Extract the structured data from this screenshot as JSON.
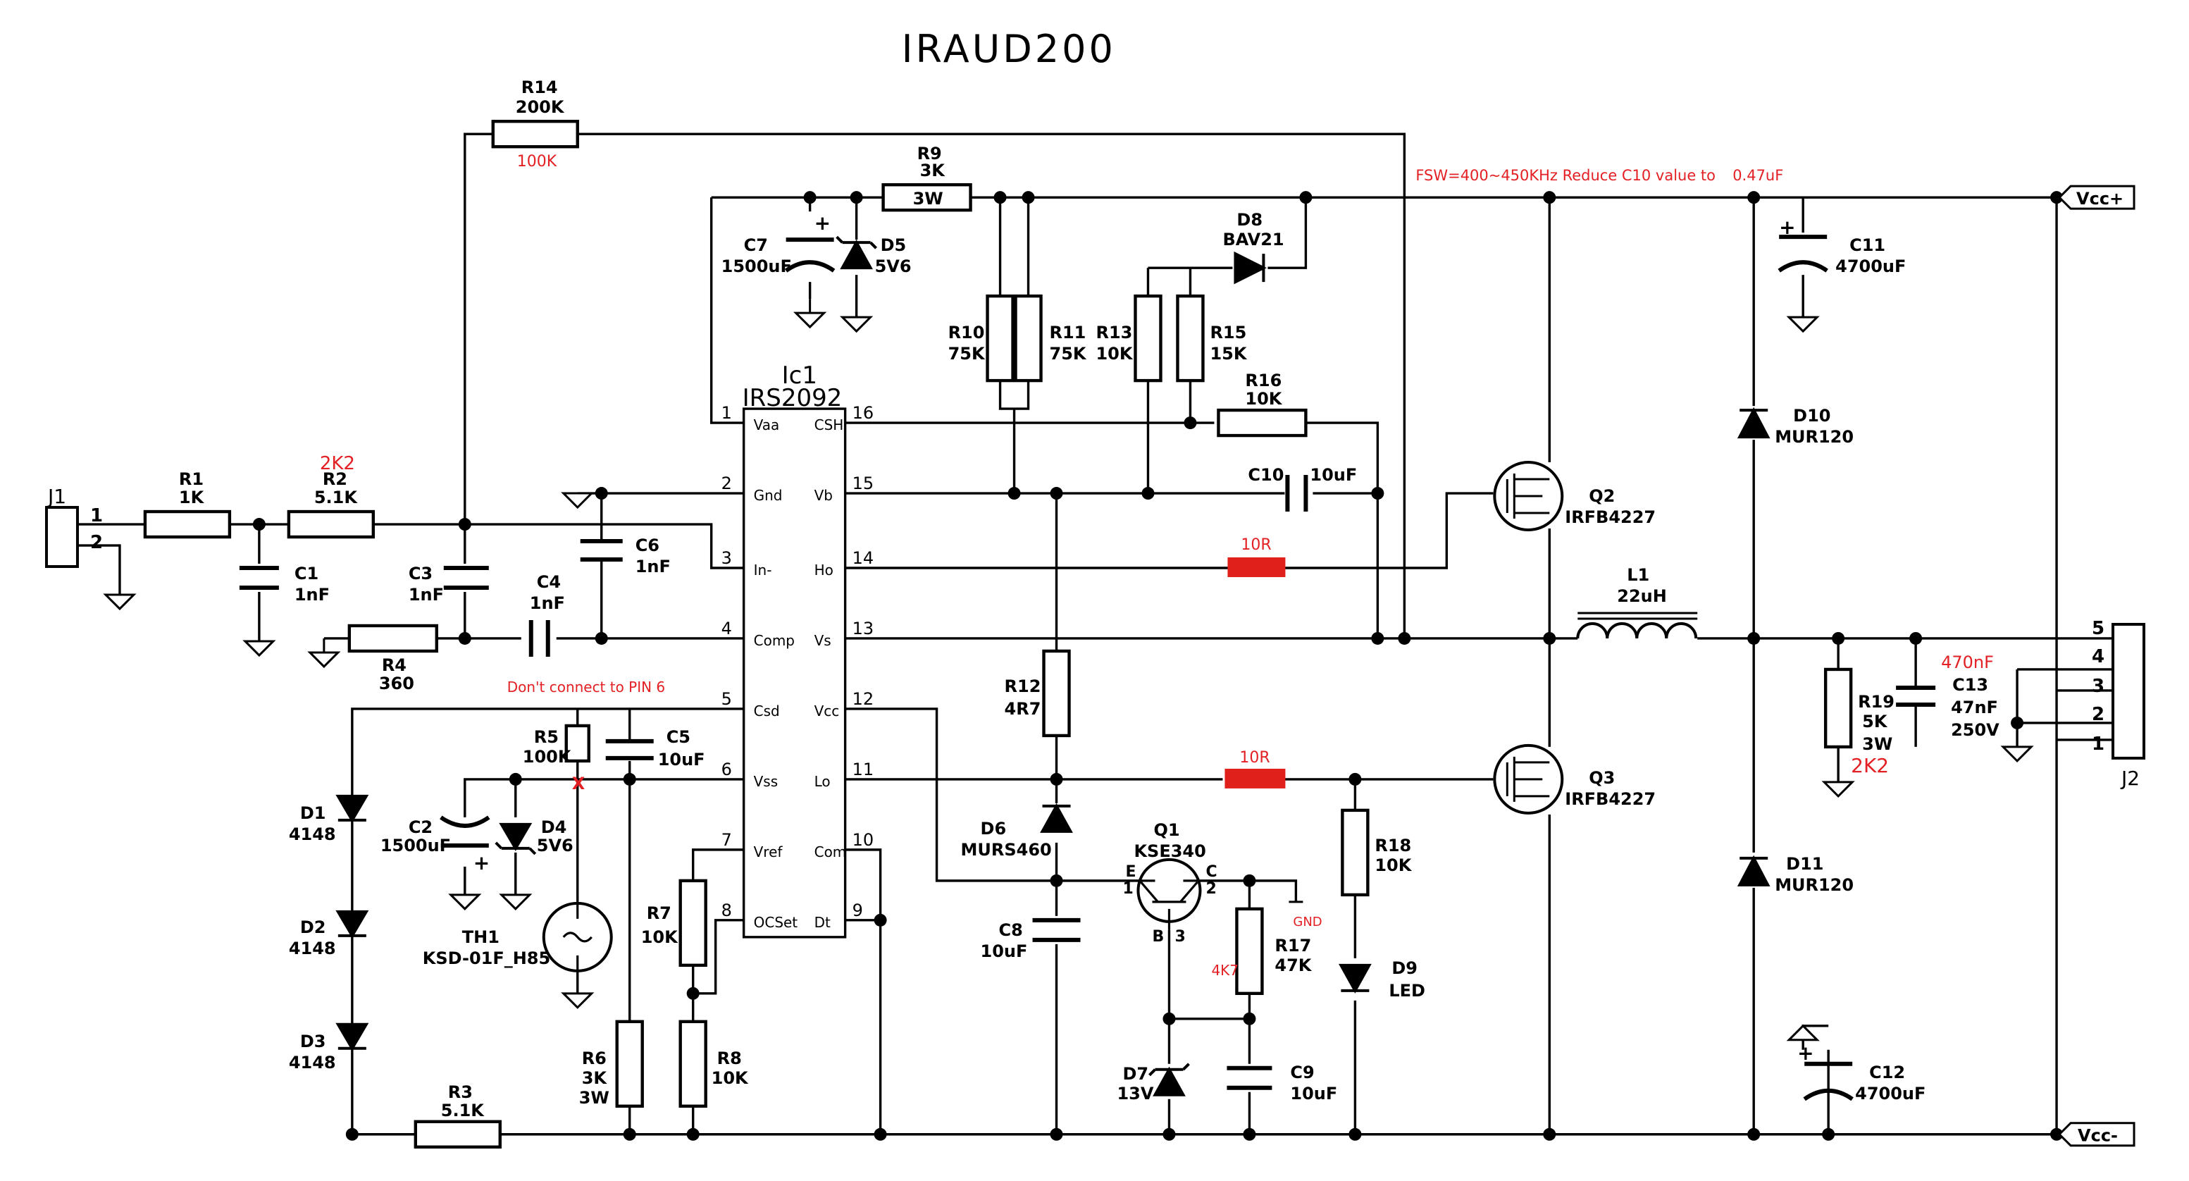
{
  "title": "IRAUD200",
  "notes": {
    "fsw": "FSW=400~450KHz Reduce C10 value to",
    "fsw_value": "0.47uF",
    "pin6": "Don't connect to PIN 6"
  },
  "ic": {
    "ref": "Ic1",
    "part": "IRS2092",
    "left_pins": [
      {
        "num": "1",
        "name": "Vaa"
      },
      {
        "num": "2",
        "name": "Gnd"
      },
      {
        "num": "3",
        "name": "In-"
      },
      {
        "num": "4",
        "name": "Comp"
      },
      {
        "num": "5",
        "name": "Csd"
      },
      {
        "num": "6",
        "name": "Vss"
      },
      {
        "num": "7",
        "name": "Vref"
      },
      {
        "num": "8",
        "name": "OCSet"
      }
    ],
    "right_pins": [
      {
        "num": "16",
        "name": "CSH"
      },
      {
        "num": "15",
        "name": "Vb"
      },
      {
        "num": "14",
        "name": "Ho"
      },
      {
        "num": "13",
        "name": "Vs"
      },
      {
        "num": "12",
        "name": "Vcc"
      },
      {
        "num": "11",
        "name": "Lo"
      },
      {
        "num": "10",
        "name": "Com"
      },
      {
        "num": "9",
        "name": "Dt"
      }
    ]
  },
  "components": {
    "J1": {
      "ref": "J1",
      "pin1": "1",
      "pin2": "2"
    },
    "J2": {
      "ref": "J2",
      "pins": [
        "5",
        "4",
        "3",
        "2",
        "1"
      ]
    },
    "R1": {
      "ref": "R1",
      "value": "1K"
    },
    "R2": {
      "ref": "R2",
      "value": "5.1K",
      "mod": "2K2"
    },
    "R3": {
      "ref": "R3",
      "value": "5.1K"
    },
    "R4": {
      "ref": "R4",
      "value": "360"
    },
    "R5": {
      "ref": "R5",
      "value": "100K"
    },
    "R6": {
      "ref": "R6",
      "value": "3K",
      "power": "3W"
    },
    "R7": {
      "ref": "R7",
      "value": "10K"
    },
    "R8": {
      "ref": "R8",
      "value": "10K"
    },
    "R9": {
      "ref": "R9",
      "value": "3K",
      "power": "3W"
    },
    "R10": {
      "ref": "R10",
      "value": "75K"
    },
    "R11": {
      "ref": "R11",
      "value": "75K"
    },
    "R12": {
      "ref": "R12",
      "value": "4R7"
    },
    "R13": {
      "ref": "R13",
      "value": "10K"
    },
    "R14": {
      "ref": "R14",
      "value": "200K",
      "mod": "100K"
    },
    "R15": {
      "ref": "R15",
      "value": "15K"
    },
    "R16": {
      "ref": "R16",
      "value": "10K"
    },
    "R17": {
      "ref": "R17",
      "value": "47K",
      "mod": "4K7"
    },
    "R18": {
      "ref": "R18",
      "value": "10K"
    },
    "R19": {
      "ref": "R19",
      "value": "5K",
      "power": "3W",
      "mod": "2K2"
    },
    "RHo": {
      "value": "10R"
    },
    "RLo": {
      "value": "10R"
    },
    "C1": {
      "ref": "C1",
      "value": "1nF"
    },
    "C2": {
      "ref": "C2",
      "value": "1500uF"
    },
    "C3": {
      "ref": "C3",
      "value": "1nF"
    },
    "C4": {
      "ref": "C4",
      "value": "1nF"
    },
    "C5": {
      "ref": "C5",
      "value": "10uF"
    },
    "C6": {
      "ref": "C6",
      "value": "1nF"
    },
    "C7": {
      "ref": "C7",
      "value": "1500uF"
    },
    "C8": {
      "ref": "C8",
      "value": "10uF"
    },
    "C9": {
      "ref": "C9",
      "value": "10uF"
    },
    "C10": {
      "ref": "C10",
      "value": "10uF"
    },
    "C11": {
      "ref": "C11",
      "value": "4700uF"
    },
    "C12": {
      "ref": "C12",
      "value": "4700uF"
    },
    "C13": {
      "ref": "C13",
      "value": "47nF",
      "voltage": "250V",
      "mod": "470nF"
    },
    "D1": {
      "ref": "D1",
      "value": "4148"
    },
    "D2": {
      "ref": "D2",
      "value": "4148"
    },
    "D3": {
      "ref": "D3",
      "value": "4148"
    },
    "D4": {
      "ref": "D4",
      "value": "5V6"
    },
    "D5": {
      "ref": "D5",
      "value": "5V6"
    },
    "D6": {
      "ref": "D6",
      "value": "MURS460"
    },
    "D7": {
      "ref": "D7",
      "value": "13V"
    },
    "D8": {
      "ref": "D8",
      "value": "BAV21"
    },
    "D9": {
      "ref": "D9",
      "value": "LED"
    },
    "D10": {
      "ref": "D10",
      "value": "MUR120"
    },
    "D11": {
      "ref": "D11",
      "value": "MUR120"
    },
    "Q1": {
      "ref": "Q1",
      "value": "KSE340",
      "e": "E",
      "b": "B",
      "c": "C",
      "pe": "1",
      "pb": "3",
      "pc": "2"
    },
    "Q2": {
      "ref": "Q2",
      "value": "IRFB4227"
    },
    "Q3": {
      "ref": "Q3",
      "value": "IRFB4227"
    },
    "L1": {
      "ref": "L1",
      "value": "22uH"
    },
    "TH1": {
      "ref": "TH1",
      "value": "KSD-01F_H85"
    },
    "gnd_label": "GND",
    "vcc_pos": "Vcc+",
    "vcc_neg": "Vcc-",
    "plus": "+",
    "mark_x": "X"
  }
}
